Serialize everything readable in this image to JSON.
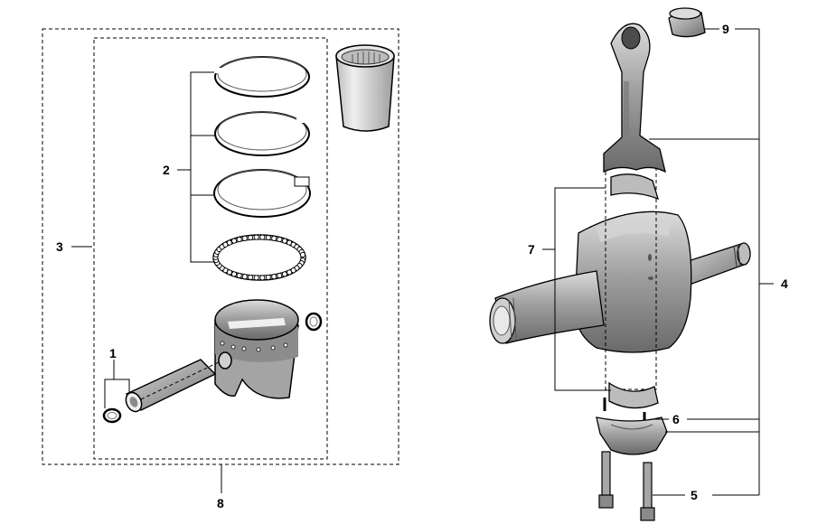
{
  "callouts": {
    "c1": "1",
    "c2": "2",
    "c3": "3",
    "c4": "4",
    "c5": "5",
    "c6": "6",
    "c7": "7",
    "c8": "8",
    "c9": "9"
  },
  "colors": {
    "line": "#000000",
    "metal_light": "#c8c8c8",
    "metal_mid": "#9a9a9a",
    "metal_dark": "#6e6e6e"
  }
}
